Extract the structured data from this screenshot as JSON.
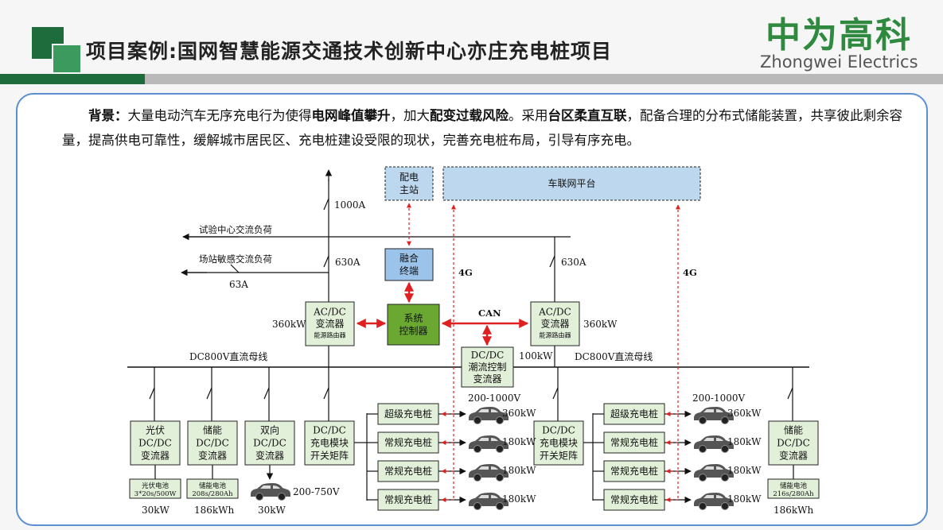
{
  "header": {
    "title": "项目案例:国网智慧能源交通技术创新中心亦庄充电桩项目",
    "brand_cn": "中为高科",
    "brand_en": "Zhongwei Electrics"
  },
  "background": {
    "label": "背景：",
    "t1": "大量电动汽车无序充电行为使得",
    "b1": "电网峰值攀升",
    "t2": "，加大",
    "b2": "配变过载风险",
    "t3": "。采用",
    "b3": "台区柔直互联",
    "t4": "，配备合理的分布式储能装置，共享彼此剩余容量，提高供电可靠性，缓解城市居民区、充电桩建设受限的现状，完善充电桩布局，引导有序充电。"
  },
  "diagram": {
    "master_station": [
      "配电",
      "主站"
    ],
    "v2x_platform": "车联网平台",
    "fusion_terminal": [
      "融合",
      "终端"
    ],
    "system_controller": [
      "系统",
      "控制器"
    ],
    "breaker_1000": "1000A",
    "load_test": "试验中心交流负荷",
    "load_site": "场站敏感交流负荷",
    "breaker_630_left": "630A",
    "breaker_630_right": "630A",
    "breaker_63": "63A",
    "label_4g_left": "4G",
    "label_4g_right": "4G",
    "label_can": "CAN",
    "acdc_left": [
      "AC/DC",
      "变流器",
      "能源路由器"
    ],
    "acdc_right": [
      "AC/DC",
      "变流器",
      "能源路由器"
    ],
    "power_360_left": "360kW",
    "power_360_right": "360kW",
    "dcdc_flow": [
      "DC/DC",
      "潮流控制",
      "变流器"
    ],
    "power_100": "100kW",
    "bus_left": "DC800V直流母线",
    "bus_right": "DC800V直流母线",
    "pv_converter": [
      "光伏",
      "DC/DC",
      "变流器"
    ],
    "pv_battery": [
      "光伏电池",
      "3*20s/500W"
    ],
    "pv_power": "30kW",
    "storage_left": [
      "储能",
      "DC/DC",
      "变流器"
    ],
    "storage_left_battery": [
      "储能电池",
      "208s/280Ah"
    ],
    "storage_left_cap": "186kWh",
    "bidir": [
      "双向",
      "DC/DC",
      "变流器"
    ],
    "bidir_voltage": "200-750V",
    "bidir_power": "30kW",
    "matrix_left": [
      "DC/DC",
      "充电模块",
      "开关矩阵"
    ],
    "matrix_right": [
      "DC/DC",
      "充电模块",
      "开关矩阵"
    ],
    "voltage_left": "200-1000V",
    "voltage_right": "200-1000V",
    "piles_left": [
      {
        "name": "超级充电桩",
        "power": "360kW"
      },
      {
        "name": "常规充电桩",
        "power": "180kW"
      },
      {
        "name": "常规充电桩",
        "power": "180kW"
      },
      {
        "name": "常规充电桩",
        "power": "180kW"
      }
    ],
    "piles_right": [
      {
        "name": "超级充电桩",
        "power": "360kW"
      },
      {
        "name": "常规充电桩",
        "power": "180kW"
      },
      {
        "name": "常规充电桩",
        "power": "180kW"
      },
      {
        "name": "常规充电桩",
        "power": "180kW"
      }
    ],
    "storage_right": [
      "储能",
      "DC/DC",
      "变流器"
    ],
    "storage_right_battery": [
      "储能电池",
      "216s/280Ah"
    ],
    "storage_right_cap": "186kWh",
    "colors": {
      "converter_fill": "#e2f0d9",
      "controller_fill": "#6aa832",
      "terminal_fill": "#9cc3ea",
      "platform_fill": "#bdd7ee",
      "arrow_red": "#e02020"
    }
  }
}
